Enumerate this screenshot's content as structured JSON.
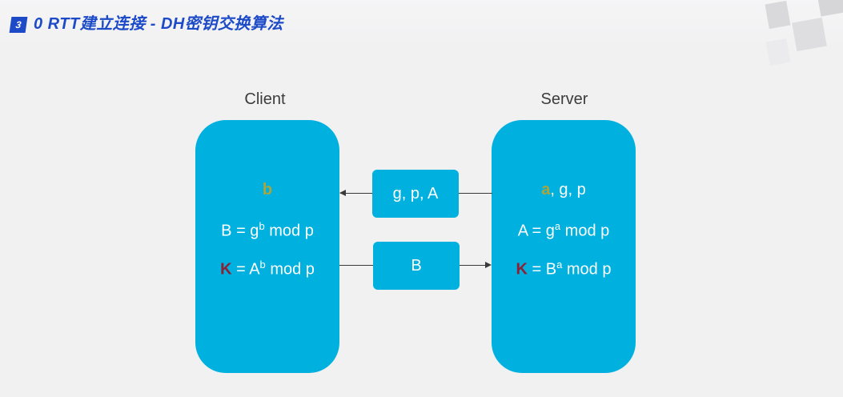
{
  "slide": {
    "badge": "3",
    "title": "0 RTT建立连接 - DH密钥交换算法"
  },
  "diagram": {
    "client": {
      "label": "Client",
      "secret": "b",
      "formulas": [
        {
          "head": "B",
          "mid": " = g",
          "sup": "b",
          "tail": " mod p"
        },
        {
          "head": "K",
          "mid": " = A",
          "sup": "b",
          "tail": " mod p"
        }
      ]
    },
    "server": {
      "label": "Server",
      "known": {
        "secret": "a",
        "rest": ", g, p"
      },
      "formulas": [
        {
          "head": "A",
          "mid": " = g",
          "sup": "a",
          "tail": " mod p"
        },
        {
          "head": "K",
          "mid": " = B",
          "sup": "a",
          "tail": " mod p"
        }
      ]
    },
    "messages": [
      {
        "label": "g, p, A",
        "direction": "server-to-client"
      },
      {
        "label": "B",
        "direction": "client-to-server"
      }
    ]
  },
  "colors": {
    "box_cyan": "#00b1e0",
    "title_blue": "#1d4bc8",
    "secret_yellow": "#a9a53c",
    "key_red": "#8c2135",
    "formula_white": "#ffffff",
    "background": "#f1f1f2",
    "arrow": "#3a3a3a"
  }
}
